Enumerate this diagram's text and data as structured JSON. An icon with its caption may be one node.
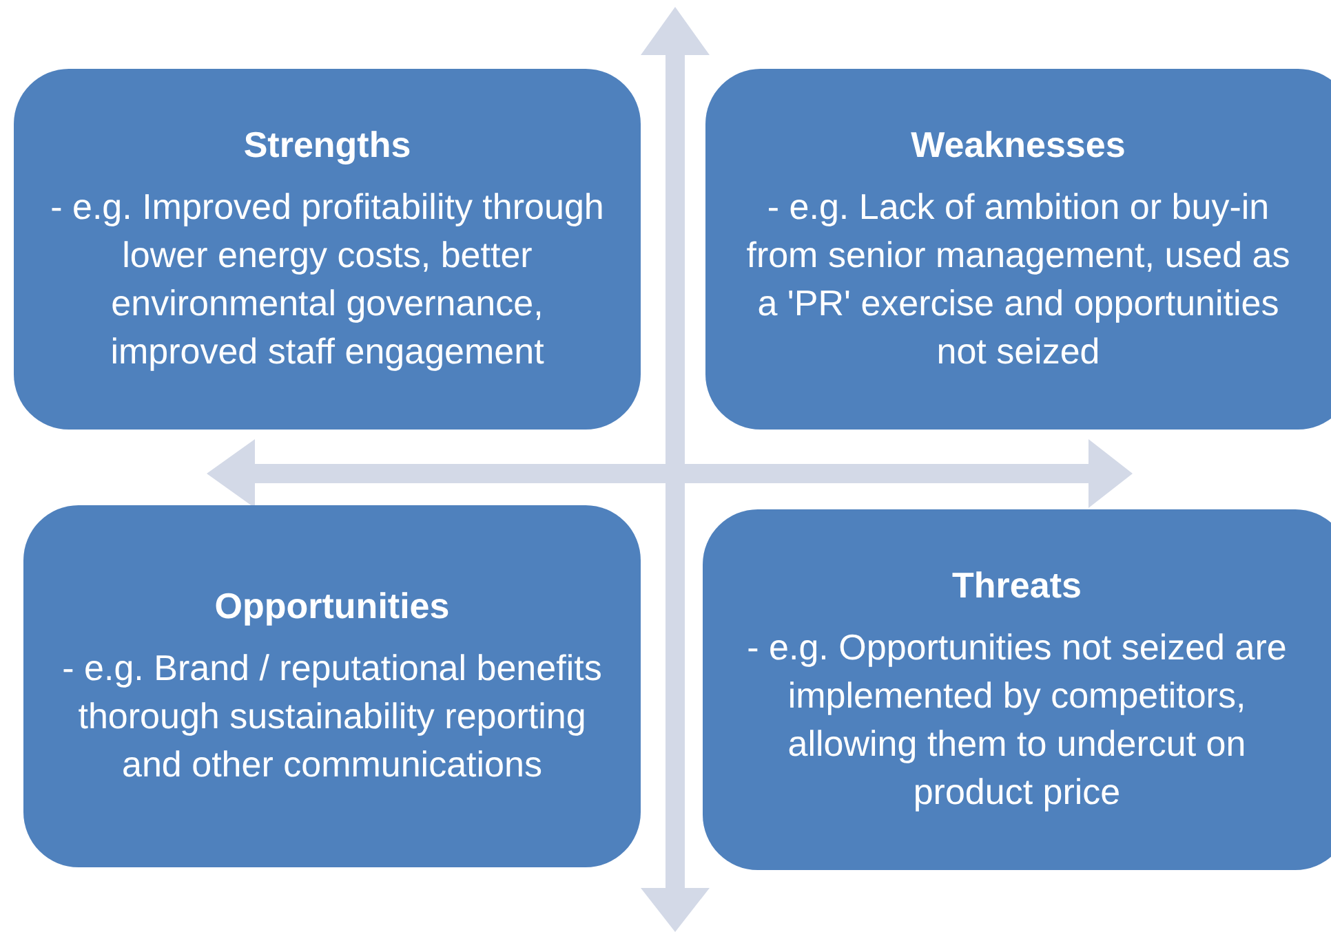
{
  "diagram": {
    "nodes": [
      {
        "text": [
          "Strengths",
          "- e.g. Improved profitability through lower energy costs, better environmental governance, improved staff engagement"
        ]
      },
      {
        "text": [
          "Weaknesses",
          "- e.g. Lack of ambition or buy-in from senior management, used as a 'PR' exercise and opportunities not seized"
        ]
      },
      {
        "text": [
          "Opportunities",
          "- e.g. Brand / reputational benefits thorough sustainability reporting and other communications"
        ]
      },
      {
        "text": [
          "Threats",
          "- e.g. Opportunities not seized are implemented by competitors, allowing them to undercut on product price"
        ]
      }
    ]
  }
}
